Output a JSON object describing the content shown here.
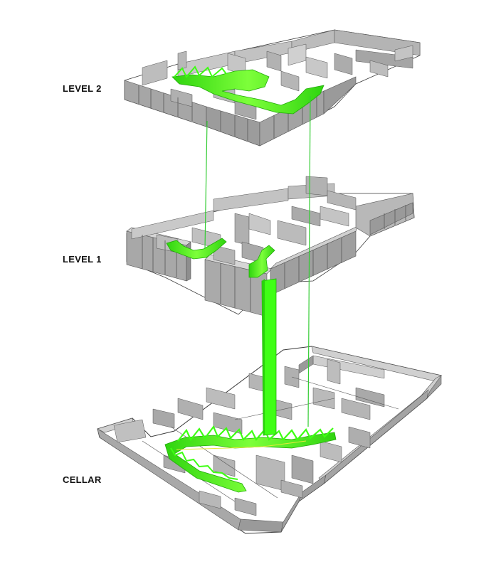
{
  "levels": [
    {
      "id": "level-2",
      "label": "LEVEL 2"
    },
    {
      "id": "level-1",
      "label": "LEVEL 1"
    },
    {
      "id": "cellar",
      "label": "CELLAR"
    }
  ],
  "colors": {
    "wall_top": "#d4d4d4",
    "wall_side": "#9c9c9c",
    "wall_dark": "#7a7a7a",
    "floor": "#ffffff",
    "edge": "#3a3a3a",
    "path": "#4cff1a",
    "path_dark": "#2fcf10",
    "connector": "#33cc33"
  }
}
